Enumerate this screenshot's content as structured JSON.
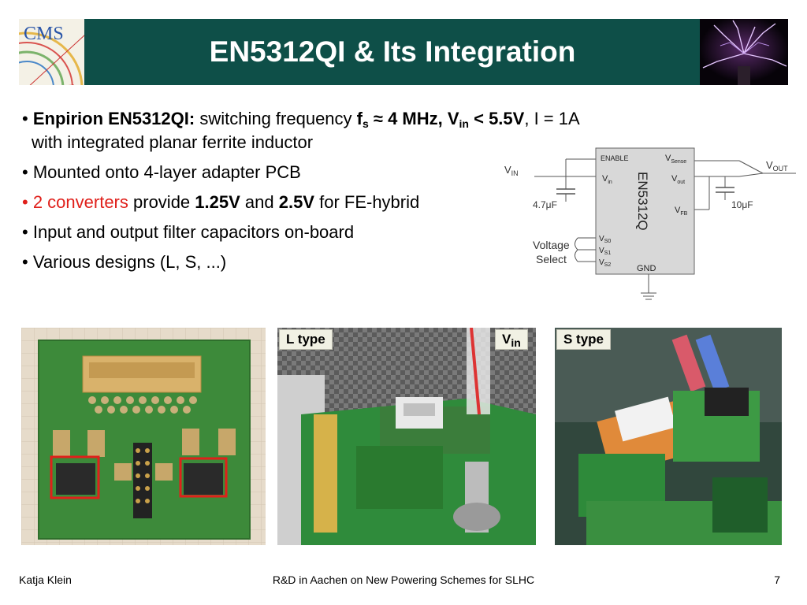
{
  "header": {
    "title": "EN5312QI & Its Integration",
    "logo_text": "CMS"
  },
  "bullets": {
    "b1_bold": "Enpirion EN5312QI:",
    "b1_text1": " switching frequency ",
    "b1_fs": "f",
    "b1_fs_sub": "s",
    "b1_approx": " ≈ 4 MHz, V",
    "b1_vin_sub": "in",
    "b1_lt": " < 5.5V",
    "b1_tail": ", I = 1A",
    "b1_cont": "with integrated planar ferrite inductor",
    "b2": "Mounted onto 4-layer adapter PCB",
    "b3_red": "2 converters",
    "b3_mid1": " provide ",
    "b3_v1": "1.25V",
    "b3_and": " and ",
    "b3_v2": "2.5V",
    "b3_tail": " for FE-hybrid",
    "b4": "Input and output filter capacitors on-board",
    "b5": "Various designs (L, S, ...)"
  },
  "schematic": {
    "chip_name": "EN5312Q",
    "enable": "ENABLE",
    "vsense": "V",
    "vsense_sub": "Sense",
    "vin_pin": "V",
    "vin_pin_sub": "in",
    "vout_pin": "V",
    "vout_pin_sub": "out",
    "vfb": "V",
    "vfb_sub": "FB",
    "vs0": "V",
    "vs0_sub": "S0",
    "vs1": "V",
    "vs1_sub": "S1",
    "vs2": "V",
    "vs2_sub": "S2",
    "gnd": "GND",
    "vin_ext": "V",
    "vin_ext_sub": "IN",
    "vout_ext": "V",
    "vout_ext_sub": "OUT",
    "cap_in": "4.7μF",
    "cap_out": "10μF",
    "voltage": "Voltage",
    "select": "Select"
  },
  "photos": {
    "label_l": "L type",
    "label_vin": "V",
    "label_vin_sub": "in",
    "label_s": "S type"
  },
  "footer": {
    "author": "Katja Klein",
    "talk": "R&D in Aachen on New Powering Schemes for SLHC",
    "page": "7"
  }
}
